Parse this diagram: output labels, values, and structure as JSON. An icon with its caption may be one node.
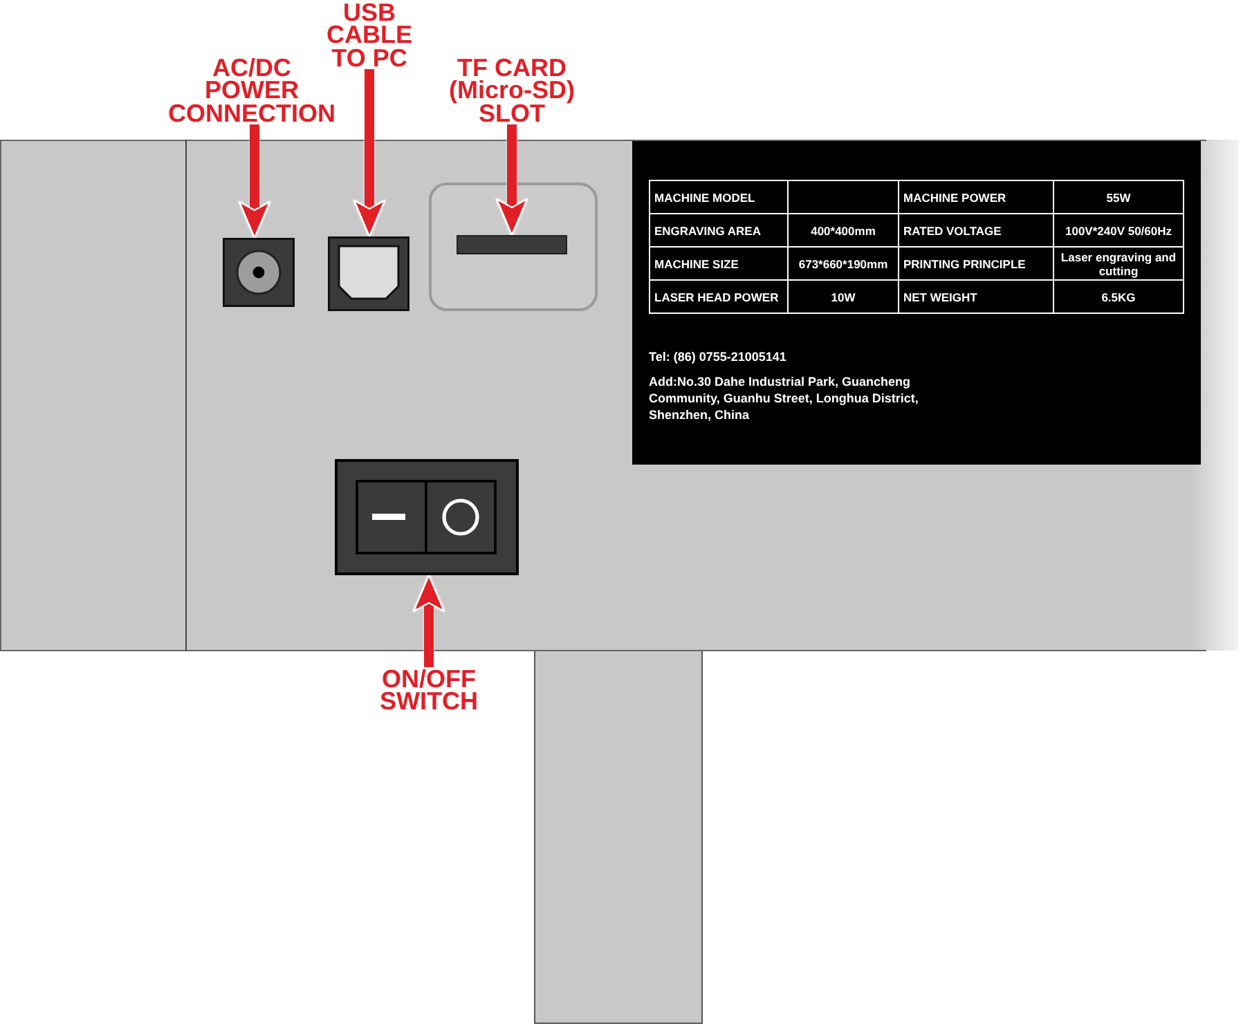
{
  "diagram": {
    "nodes": [
      {
        "text": [
          "AC/DC POWER CONNECTION"
        ]
      },
      {
        "text": [
          "USB CABLE TO PC"
        ]
      },
      {
        "text": [
          "TF CARD (Micro-SD) SLOT"
        ]
      },
      {
        "text": [],
        "shape": "picture"
      },
      {
        "text": [],
        "shape": "picture"
      },
      {
        "text": [],
        "shape": "bar"
      },
      {
        "text": [],
        "shape": "picture"
      },
      {
        "text": [
          "ON/OFF SWITCH"
        ]
      }
    ],
    "edges": [
      {
        "from": 0,
        "to": 3,
        "arrow": "to"
      },
      {
        "from": 1,
        "to": 4,
        "arrow": "to"
      },
      {
        "from": 2,
        "to": 5,
        "arrow": "to"
      },
      {
        "from": 7,
        "to": 6,
        "arrow": "to"
      }
    ],
    "labels": [
      "MACHINE MODEL",
      "MACHINE POWER",
      "55W",
      "ENGRAVING AREA",
      "400*400mm",
      "RATED VOLTAGE",
      "100V*240V 50/60Hz",
      "MACHINE SIZE",
      "673*660*190mm",
      "PRINTING PRINCIPLE",
      "Laser engraving and cutting",
      "LASER HEAD POWER",
      "10W",
      "NET WEIGHT",
      "6.5KG",
      "Tel: (86) 0755-21005141",
      "Add:No.30 Dahe Industrial Park, Guancheng Community, Guanhu Street, Longhua District, Shenzhen, China"
    ]
  }
}
